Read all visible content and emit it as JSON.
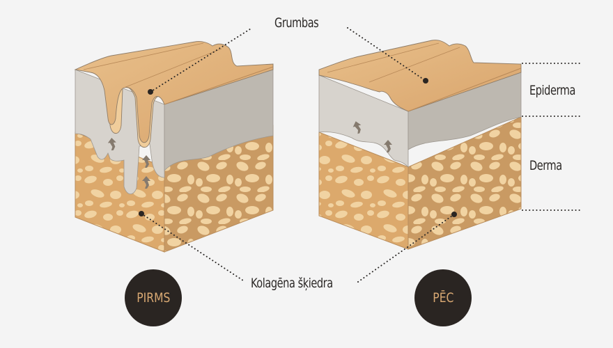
{
  "diagram": {
    "type": "skin cross-section comparison",
    "labels": {
      "wrinkles": "Grumbas",
      "collagen": "Kolagēna šķiedra",
      "epidermis": "Epiderma",
      "dermis": "Derma"
    },
    "panels": [
      {
        "id": "before",
        "badge": "PIRMS"
      },
      {
        "id": "after",
        "badge": "PĒC"
      }
    ],
    "colors": {
      "background": "#f4f4f4",
      "skin_surface": "#e0b07a",
      "skin_surface_light": "#efc995",
      "epidermis": "#d7d3cd",
      "epidermis_side": "#bdb8b0",
      "dermis_front": "#dca96c",
      "dermis_side": "#c99a63",
      "collagen_fiber": "#f1d3a2",
      "arrow": "#857a6e",
      "badge_bg": "#2a2522",
      "badge_text": "#d9a973",
      "text": "#2b2826",
      "dotted_line": "#2b2826"
    }
  }
}
